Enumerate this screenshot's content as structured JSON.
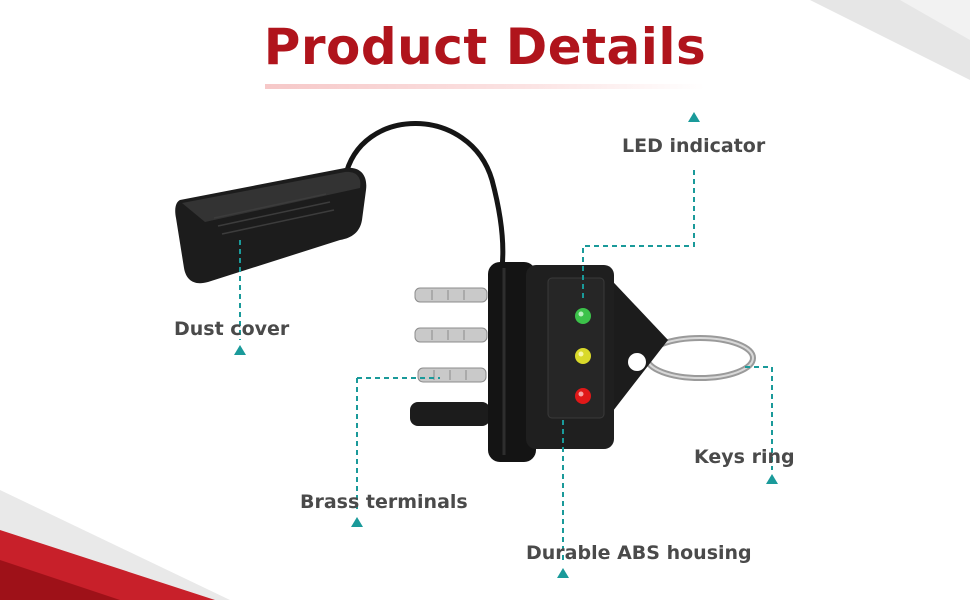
{
  "title": "Product Details",
  "labels": {
    "led_indicator": "LED indicator",
    "dust_cover": "Dust cover",
    "keys_ring": "Keys ring",
    "brass_terminals": "Brass terminals",
    "durable_abs_housing": "Durable ABS housing"
  },
  "colors": {
    "title": "#b0141c",
    "callout": "#1a9a9a",
    "label": "#4a4a4a",
    "led_green": "#3cc24a",
    "led_yellow": "#d9d92a",
    "led_red": "#e01818"
  }
}
